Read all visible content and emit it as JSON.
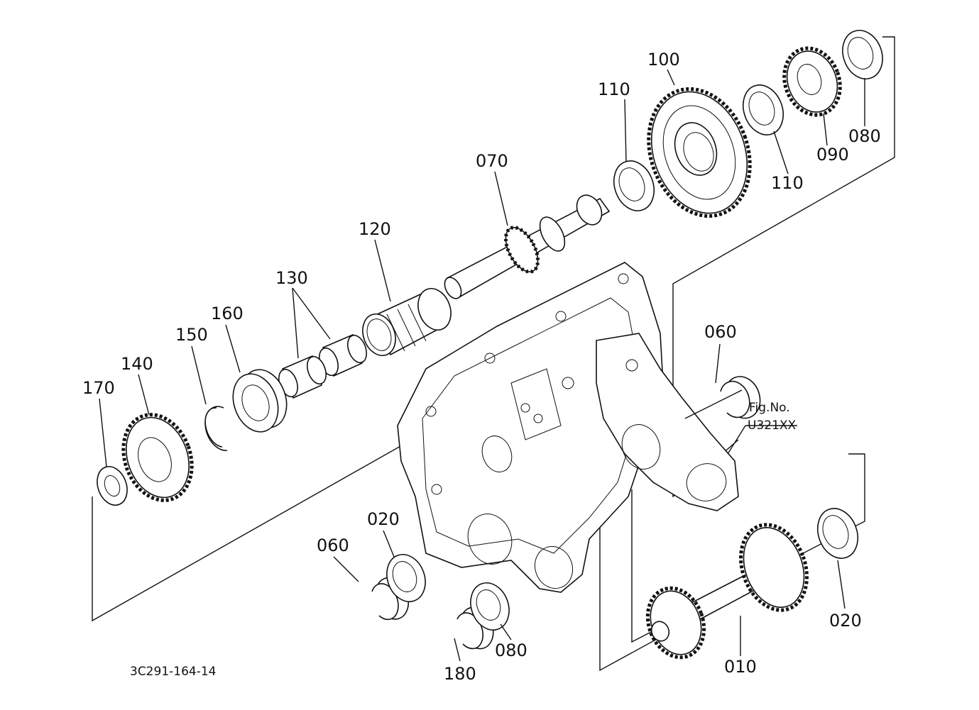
{
  "drawing_number": "3C291-164-14",
  "figure_reference": {
    "label": "Fig.No.",
    "code": "U321XX"
  },
  "callouts": {
    "c010": "010",
    "c020_left": "020",
    "c020_right": "020",
    "c060_left": "060",
    "c060_right": "060",
    "c070": "070",
    "c080_top": "080",
    "c080_bottom": "080",
    "c090": "090",
    "c100": "100",
    "c110_left": "110",
    "c110_right": "110",
    "c120": "120",
    "c130": "130",
    "c140": "140",
    "c150": "150",
    "c160": "160",
    "c170": "170",
    "c180": "180"
  }
}
